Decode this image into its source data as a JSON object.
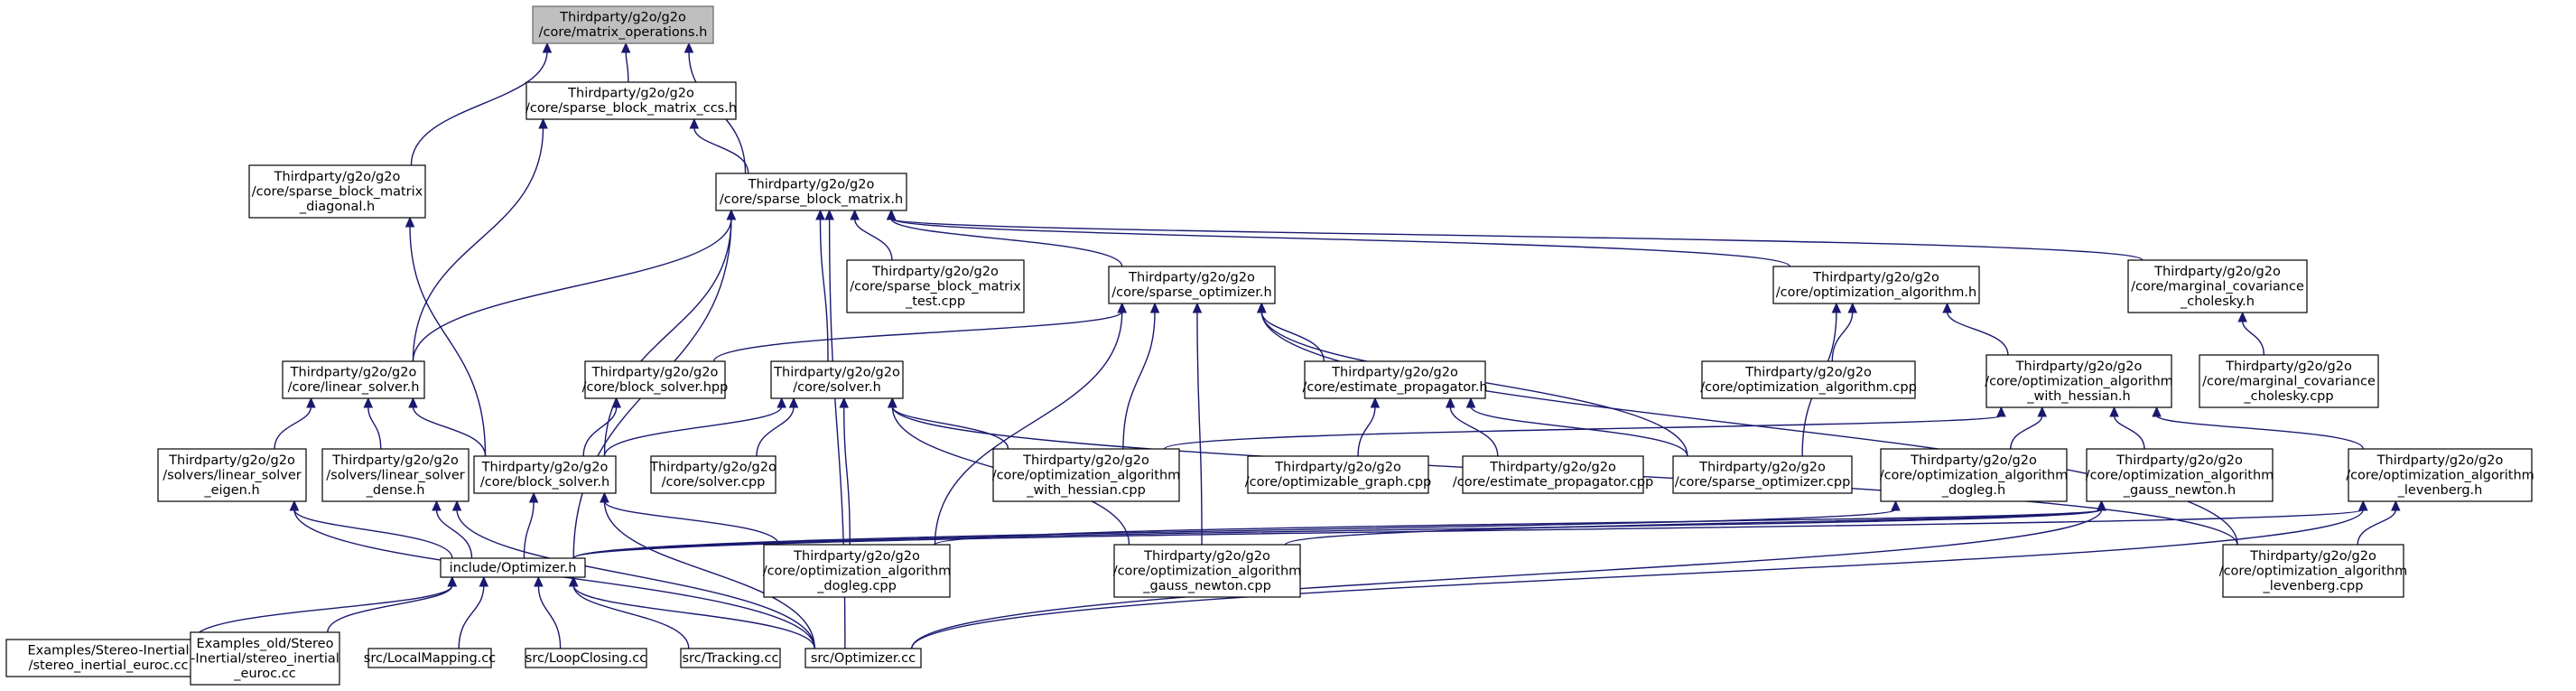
{
  "graph": {
    "nodes": [
      {
        "id": "n0",
        "name": "node-matrix-operations-h",
        "root": true,
        "lines": [
          "Thirdparty/g2o/g2o",
          "/core/matrix_operations.h"
        ]
      },
      {
        "id": "n1",
        "name": "node-sparse-block-matrix-ccs-h",
        "lines": [
          "Thirdparty/g2o/g2o",
          "/core/sparse_block_matrix_ccs.h"
        ]
      },
      {
        "id": "n2",
        "name": "node-sparse-block-matrix-diagonal-h",
        "lines": [
          "Thirdparty/g2o/g2o",
          "/core/sparse_block_matrix",
          "_diagonal.h"
        ]
      },
      {
        "id": "n3",
        "name": "node-sparse-block-matrix-h",
        "lines": [
          "Thirdparty/g2o/g2o",
          "/core/sparse_block_matrix.h"
        ]
      },
      {
        "id": "n4",
        "name": "node-sparse-block-matrix-test-cpp",
        "lines": [
          "Thirdparty/g2o/g2o",
          "/core/sparse_block_matrix",
          "_test.cpp"
        ]
      },
      {
        "id": "n5",
        "name": "node-sparse-optimizer-h",
        "lines": [
          "Thirdparty/g2o/g2o",
          "/core/sparse_optimizer.h"
        ]
      },
      {
        "id": "n6",
        "name": "node-optimization-algorithm-h",
        "lines": [
          "Thirdparty/g2o/g2o",
          "/core/optimization_algorithm.h"
        ]
      },
      {
        "id": "n7",
        "name": "node-marginal-covariance-cholesky-h",
        "lines": [
          "Thirdparty/g2o/g2o",
          "/core/marginal_covariance",
          "_cholesky.h"
        ]
      },
      {
        "id": "n8",
        "name": "node-linear-solver-h",
        "lines": [
          "Thirdparty/g2o/g2o",
          "/core/linear_solver.h"
        ]
      },
      {
        "id": "n9",
        "name": "node-block-solver-hpp",
        "lines": [
          "Thirdparty/g2o/g2o",
          "/core/block_solver.hpp"
        ]
      },
      {
        "id": "n10",
        "name": "node-solver-h",
        "lines": [
          "Thirdparty/g2o/g2o",
          "/core/solver.h"
        ]
      },
      {
        "id": "n11",
        "name": "node-estimate-propagator-h",
        "lines": [
          "Thirdparty/g2o/g2o",
          "/core/estimate_propagator.h"
        ]
      },
      {
        "id": "n12",
        "name": "node-optimization-algorithm-cpp",
        "lines": [
          "Thirdparty/g2o/g2o",
          "/core/optimization_algorithm.cpp"
        ]
      },
      {
        "id": "n13",
        "name": "node-optimization-algorithm-with-hessian-h",
        "lines": [
          "Thirdparty/g2o/g2o",
          "/core/optimization_algorithm",
          "_with_hessian.h"
        ]
      },
      {
        "id": "n14",
        "name": "node-marginal-covariance-cholesky-cpp",
        "lines": [
          "Thirdparty/g2o/g2o",
          "/core/marginal_covariance",
          "_cholesky.cpp"
        ]
      },
      {
        "id": "n15",
        "name": "node-linear-solver-eigen-h",
        "lines": [
          "Thirdparty/g2o/g2o",
          "/solvers/linear_solver",
          "_eigen.h"
        ]
      },
      {
        "id": "n16",
        "name": "node-linear-solver-dense-h",
        "lines": [
          "Thirdparty/g2o/g2o",
          "/solvers/linear_solver",
          "_dense.h"
        ]
      },
      {
        "id": "n17",
        "name": "node-block-solver-h",
        "lines": [
          "Thirdparty/g2o/g2o",
          "/core/block_solver.h"
        ]
      },
      {
        "id": "n18",
        "name": "node-solver-cpp",
        "lines": [
          "Thirdparty/g2o/g2o",
          "/core/solver.cpp"
        ]
      },
      {
        "id": "n19",
        "name": "node-optimization-algorithm-with-hessian-cpp",
        "lines": [
          "Thirdparty/g2o/g2o",
          "/core/optimization_algorithm",
          "_with_hessian.cpp"
        ]
      },
      {
        "id": "n20",
        "name": "node-optimizable-graph-cpp",
        "lines": [
          "Thirdparty/g2o/g2o",
          "/core/optimizable_graph.cpp"
        ]
      },
      {
        "id": "n21",
        "name": "node-estimate-propagator-cpp",
        "lines": [
          "Thirdparty/g2o/g2o",
          "/core/estimate_propagator.cpp"
        ]
      },
      {
        "id": "n22",
        "name": "node-sparse-optimizer-cpp",
        "lines": [
          "Thirdparty/g2o/g2o",
          "/core/sparse_optimizer.cpp"
        ]
      },
      {
        "id": "n23",
        "name": "node-optimization-algorithm-dogleg-h",
        "lines": [
          "Thirdparty/g2o/g2o",
          "/core/optimization_algorithm",
          "_dogleg.h"
        ]
      },
      {
        "id": "n24",
        "name": "node-optimization-algorithm-gauss-newton-h",
        "lines": [
          "Thirdparty/g2o/g2o",
          "/core/optimization_algorithm",
          "_gauss_newton.h"
        ]
      },
      {
        "id": "n25",
        "name": "node-optimization-algorithm-levenberg-h",
        "lines": [
          "Thirdparty/g2o/g2o",
          "/core/optimization_algorithm",
          "_levenberg.h"
        ]
      },
      {
        "id": "n26",
        "name": "node-optimizer-h",
        "lines": [
          "include/Optimizer.h"
        ]
      },
      {
        "id": "n27",
        "name": "node-optimization-algorithm-dogleg-cpp",
        "lines": [
          "Thirdparty/g2o/g2o",
          "/core/optimization_algorithm",
          "_dogleg.cpp"
        ]
      },
      {
        "id": "n28",
        "name": "node-optimization-algorithm-gauss-newton-cpp",
        "lines": [
          "Thirdparty/g2o/g2o",
          "/core/optimization_algorithm",
          "_gauss_newton.cpp"
        ]
      },
      {
        "id": "n29",
        "name": "node-optimization-algorithm-levenberg-cpp",
        "lines": [
          "Thirdparty/g2o/g2o",
          "/core/optimization_algorithm",
          "_levenberg.cpp"
        ]
      },
      {
        "id": "n30",
        "name": "node-stereo-inertial-euroc-cc",
        "lines": [
          "Examples/Stereo-Inertial",
          "/stereo_inertial_euroc.cc"
        ]
      },
      {
        "id": "n31",
        "name": "node-old-stereo-inertial-euroc-cc",
        "lines": [
          "Examples_old/Stereo",
          "-Inertial/stereo_inertial",
          "_euroc.cc"
        ]
      },
      {
        "id": "n32",
        "name": "node-local-mapping-cc",
        "lines": [
          "src/LocalMapping.cc"
        ]
      },
      {
        "id": "n33",
        "name": "node-loop-closing-cc",
        "lines": [
          "src/LoopClosing.cc"
        ]
      },
      {
        "id": "n34",
        "name": "node-tracking-cc",
        "lines": [
          "src/Tracking.cc"
        ]
      },
      {
        "id": "n35",
        "name": "node-optimizer-cc",
        "lines": [
          "src/Optimizer.cc"
        ]
      }
    ]
  }
}
